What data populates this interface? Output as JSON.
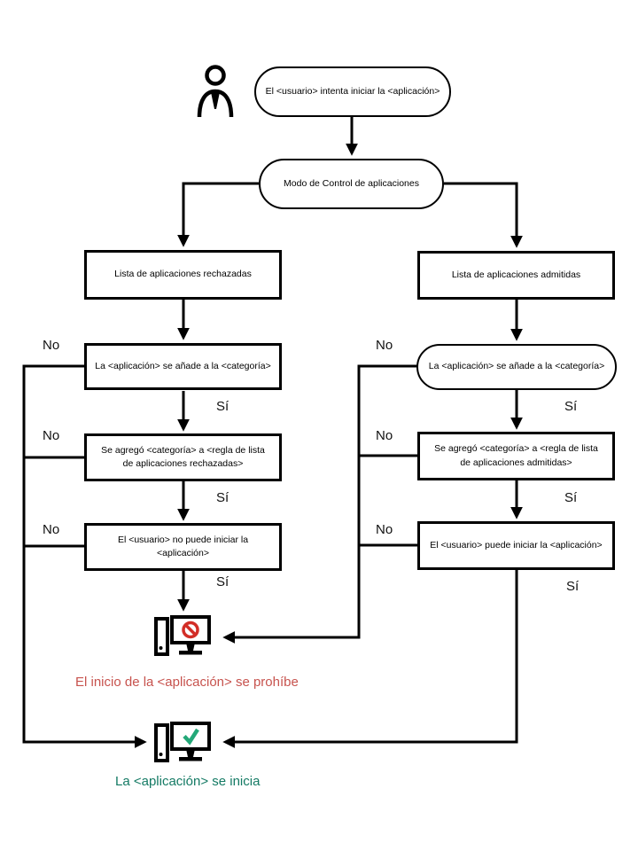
{
  "diagram": {
    "nodes": {
      "start": "El <usuario> intenta iniciar la <aplicación>",
      "mode": "Modo de Control de aplicaciones",
      "denylist": "Lista de aplicaciones rechazadas",
      "allowlist": "Lista de aplicaciones admitidas",
      "deny_category": "La <aplicación> se añade a la <categoría>",
      "allow_category": "La <aplicación> se añade a la <categoría>",
      "deny_rule": "Se agregó <categoría> a <regla de lista de aplicaciones rechazadas>",
      "allow_rule": "Se agregó <categoría> a <regla de lista de aplicaciones admitidas>",
      "deny_result": "El <usuario> no puede iniciar la <aplicación>",
      "allow_result": "El <usuario> puede iniciar la <aplicación>"
    },
    "labels": {
      "yes": "Sí",
      "no": "No"
    },
    "outcomes": {
      "prohibited": "El inicio de la <aplicación> se prohíbe",
      "started": "La <aplicación> se inicia"
    },
    "colors": {
      "prohibited_text": "#c7534e",
      "started_text": "#147a64",
      "prohibit_icon": "#d22d26",
      "check_icon": "#23a878",
      "line": "#000000"
    },
    "icons": [
      "user-icon",
      "blocked-computer-icon",
      "started-computer-icon"
    ]
  }
}
